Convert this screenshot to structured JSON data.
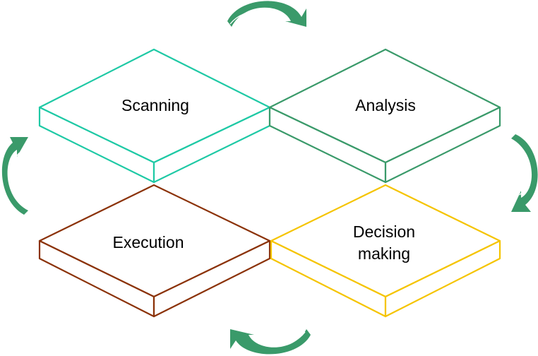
{
  "tiles": {
    "scanning": {
      "label": "Scanning",
      "color": "#1ec9a5"
    },
    "analysis": {
      "label": "Analysis",
      "color": "#3a9a6a"
    },
    "execution": {
      "label": "Execution",
      "color": "#8b3208"
    },
    "decision": {
      "line1": "Decision",
      "line2": "making",
      "color": "#f5c400"
    }
  },
  "arrows": {
    "color": "#3a9a6a",
    "icon": "cycle-arrow-icon"
  }
}
